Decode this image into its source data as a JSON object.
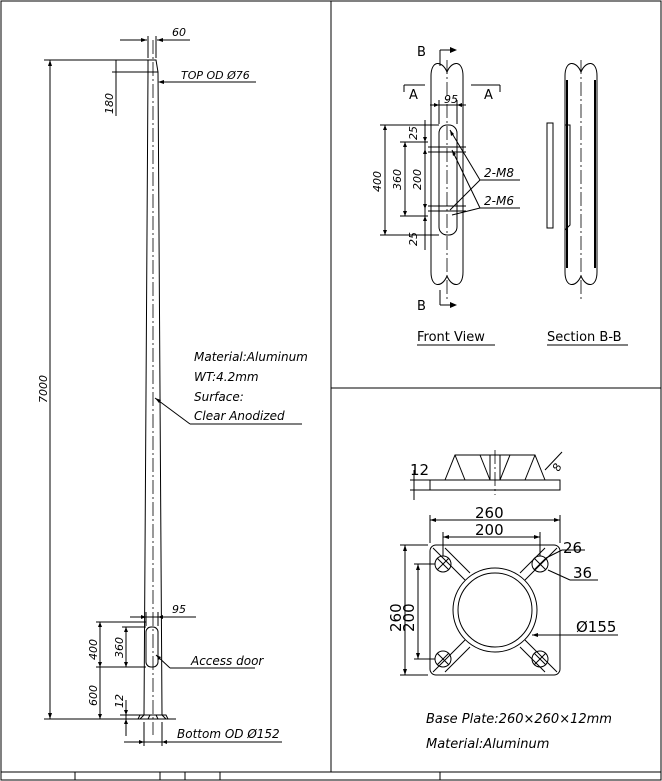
{
  "pole": {
    "top_width": "60",
    "top_od": "TOP OD Ø76",
    "top_segment": "180",
    "total_height": "7000",
    "material_note": [
      "Material:Aluminum",
      "WT:4.2mm",
      "Surface:",
      "Clear Anodized"
    ],
    "door_width": "95",
    "door_offset": "400",
    "door_height": "360",
    "access_door": "Access door",
    "base_offset": "600",
    "base_height": "12",
    "bottom_od": "Bottom OD Ø152"
  },
  "front_view": {
    "section_marker": "B",
    "view_marker": "A",
    "width_95": "95",
    "dim_25": "25",
    "dim_400": "400",
    "dim_360": "360",
    "dim_200": "200",
    "bolt_m8": "2-M8",
    "bolt_m6": "2-M6",
    "title": "Front View"
  },
  "section_bb": {
    "title": "Section B-B"
  },
  "base_plate": {
    "thickness": "12",
    "chamfer": "8",
    "outer_width": "260",
    "hole_spacing": "200",
    "hole_dia": "26",
    "hole_offset": "36",
    "outer_height": "260",
    "hole_spacing_v": "200",
    "center_dia": "Ø155",
    "caption": "Base Plate:260×260×12mm",
    "material": "Material:Aluminum"
  }
}
